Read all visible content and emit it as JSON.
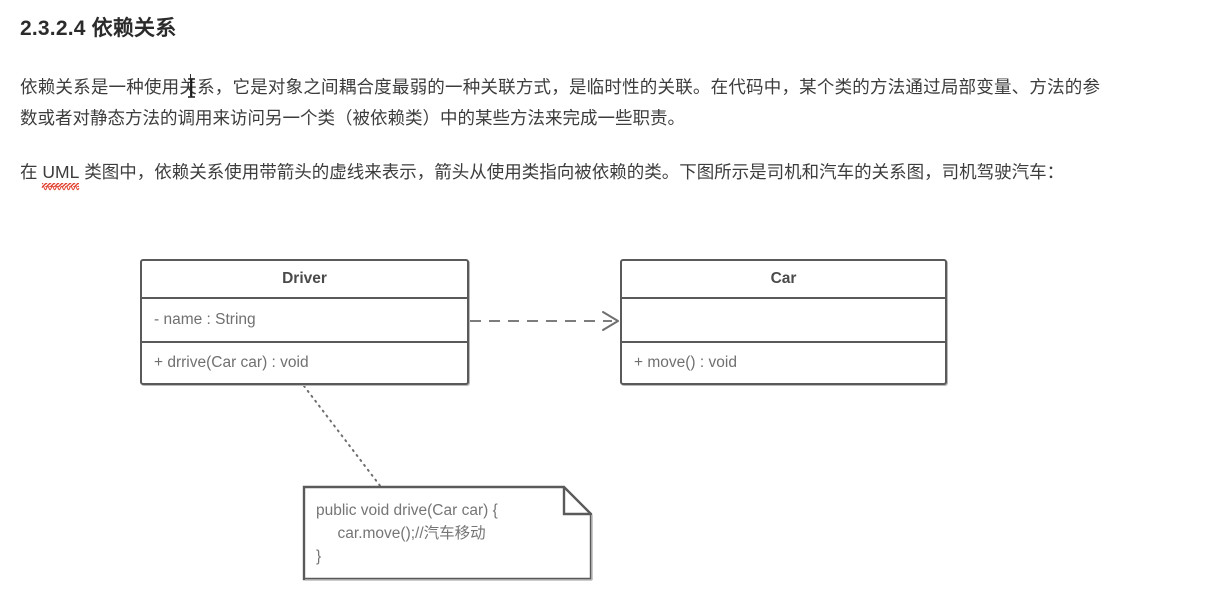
{
  "document": {
    "heading": "2.3.2.4 依赖关系",
    "paragraph_1": "依赖关系是一种使用关系，它是对象之间耦合度最弱的一种关联方式，是临时性的关联。在代码中，某个类的方法通过局部变量、方法的参数或者对静态方法的调用来访问另一个类（被依赖类）中的某些方法来完成一些职责。",
    "paragraph_2_before": "在 ",
    "paragraph_2_spelled_word": "UML",
    "paragraph_2_after": " 类图中，依赖关系使用带箭头的虚线来表示，箭头从使用类指向被依赖的类。下图所示是司机和汽车的关系图，司机驾驶汽车："
  },
  "diagram": {
    "type": "uml-class-diagram",
    "relationship": "dependency",
    "classes": [
      {
        "id": "driver",
        "name": "Driver",
        "attributes": [
          "- name : String"
        ],
        "operations": [
          "+ drrive(Car car) : void"
        ]
      },
      {
        "id": "car",
        "name": "Car",
        "attributes": [
          ""
        ],
        "operations": [
          "+ move() : void"
        ]
      }
    ],
    "note": {
      "line_1": "public void drive(Car car) {",
      "line_2": "     car.move();//汽车移动",
      "line_3": "}"
    },
    "colors": {
      "box_border": "#5a5a5a",
      "box_fill": "#ffffff",
      "title_text": "#4a4a4a",
      "member_text": "#707070",
      "connector": "#7d7d7d",
      "note_text": "#757575",
      "spellcheck_underline": "#e24b3a"
    }
  }
}
